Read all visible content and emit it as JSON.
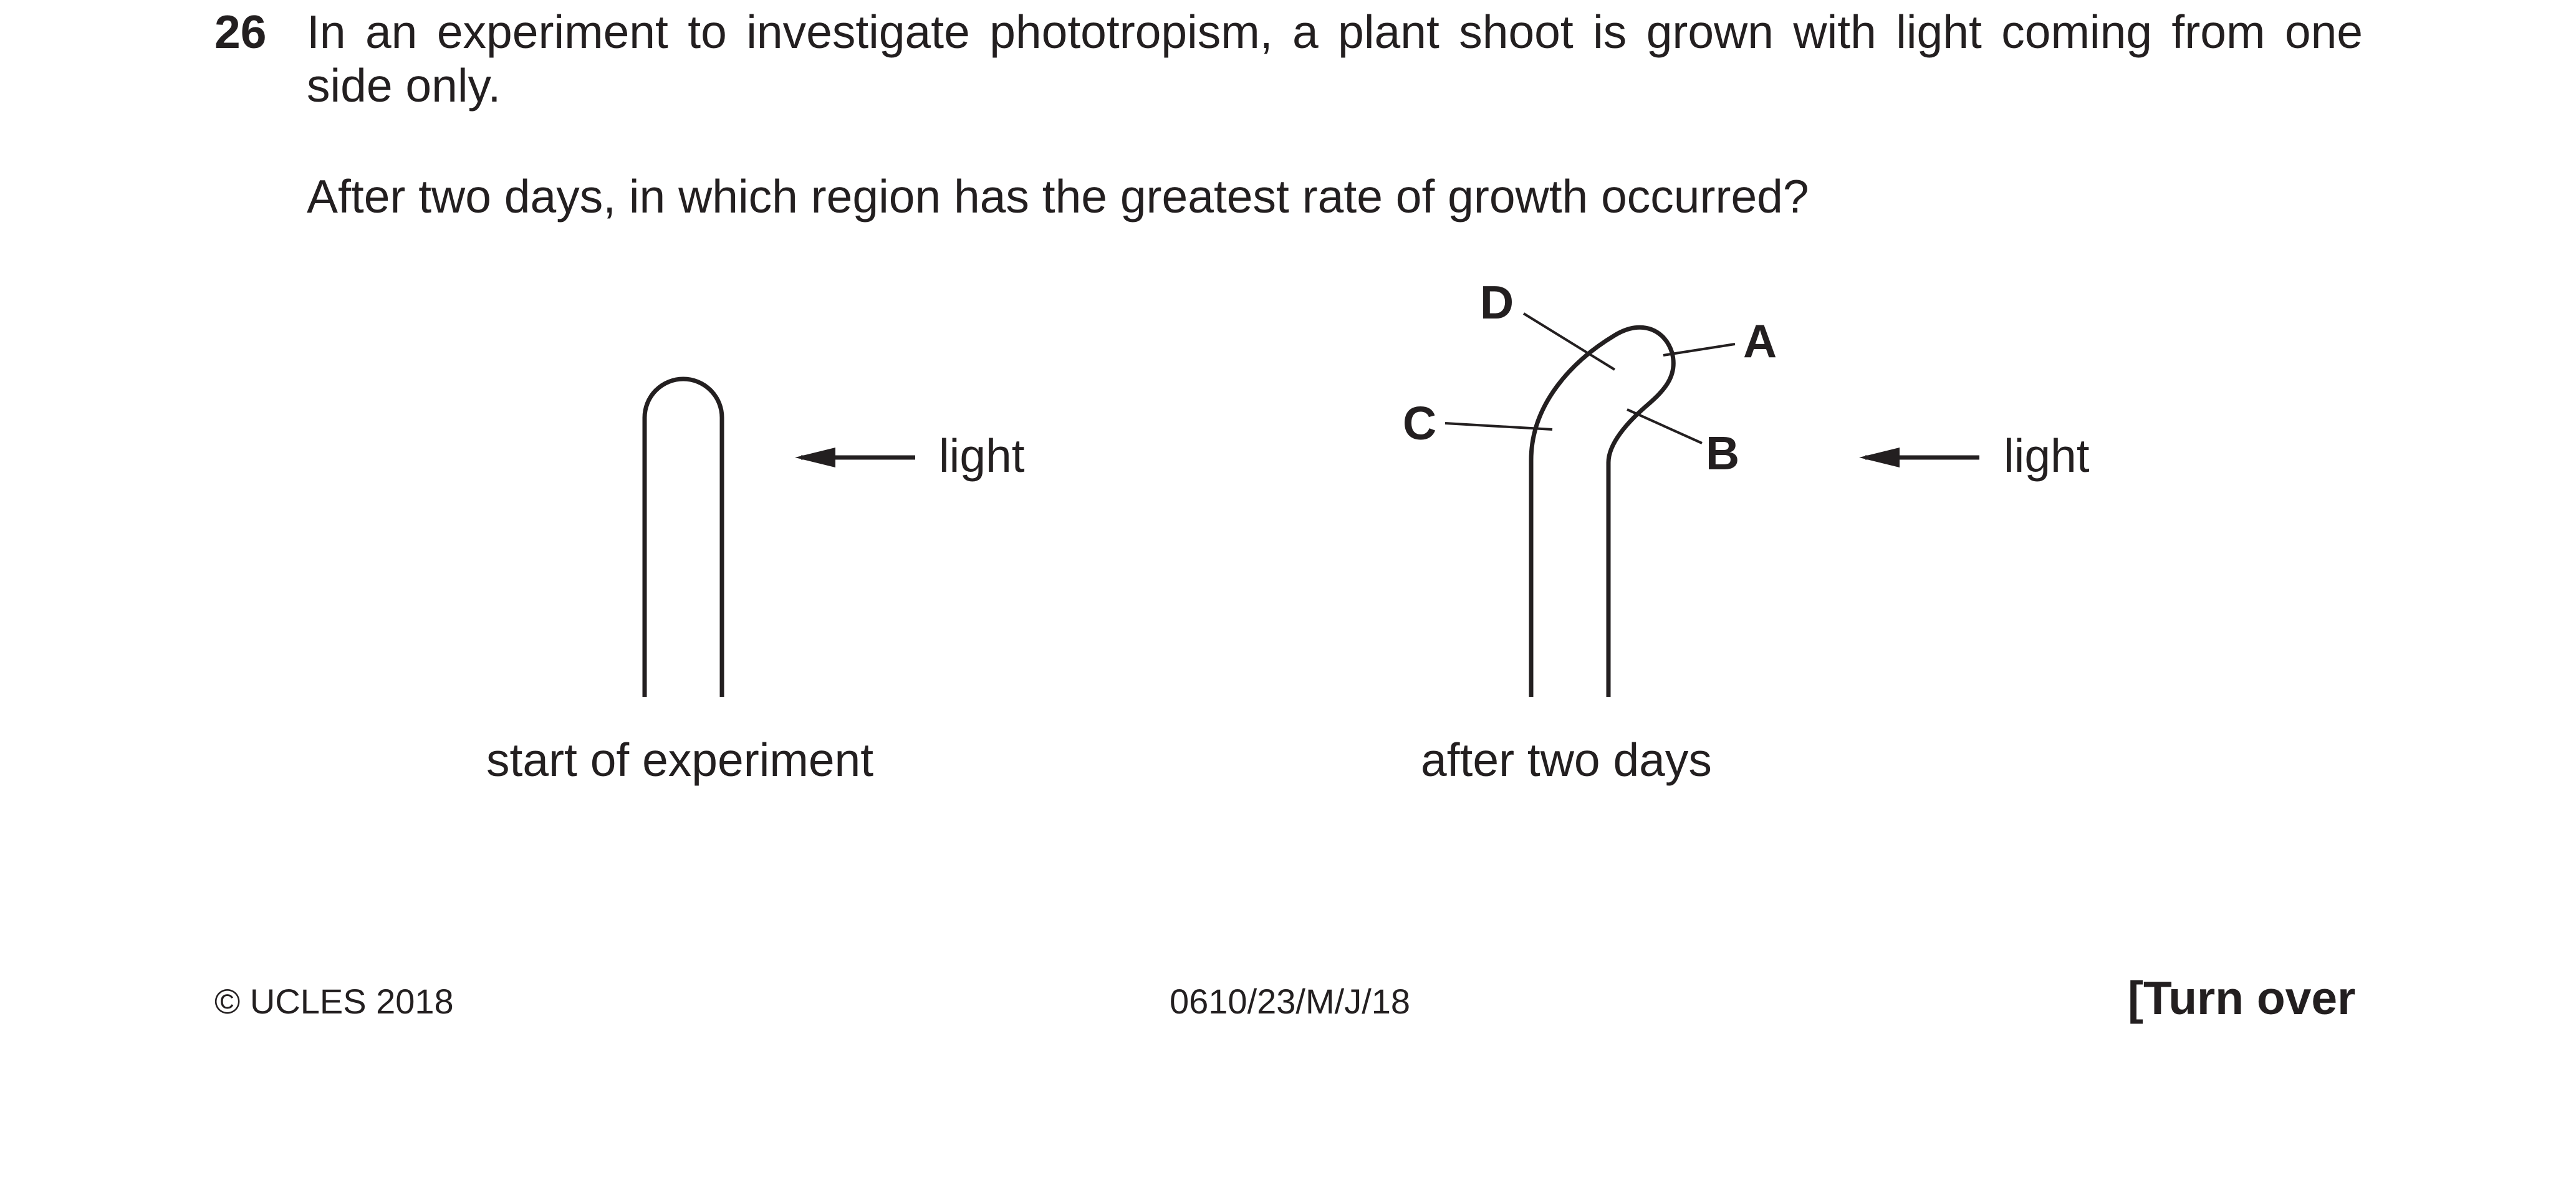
{
  "question": {
    "number": "26",
    "line1": "In an experiment to investigate phototropism, a plant shoot is grown with light coming from one",
    "line2": "side only.",
    "prompt": "After two days, in which region has the greatest rate of growth occurred?"
  },
  "figure": {
    "left_light_label": "light",
    "right_light_label": "light",
    "left_caption": "start of experiment",
    "right_caption": "after two days",
    "region_labels": {
      "a": "A",
      "b": "B",
      "c": "C",
      "d": "D"
    }
  },
  "footer": {
    "copyright": "© UCLES 2018",
    "code": "0610/23/M/J/18",
    "turn_over": "[Turn over"
  }
}
